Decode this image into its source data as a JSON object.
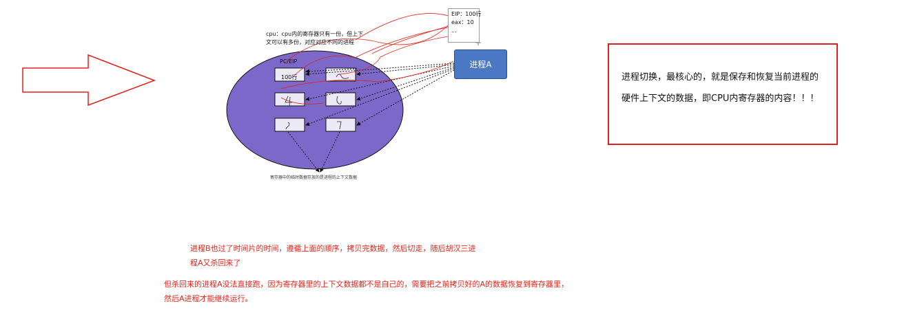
{
  "cpu_note": {
    "line1": "cpu：cpu内的寄存器只有一份，但上下",
    "line2": "文可以有多份，对应对应不同的进程"
  },
  "popup": {
    "line1": "EIP：100行",
    "line2": "eax：10",
    "line3": "..."
  },
  "process_a_label": "进程A",
  "registers": {
    "pc_label": "PC/EIP",
    "pc_value": "100行"
  },
  "caption": "寄存器中的临时数据存放的是进程的上下文数据",
  "summary_box": {
    "line1": "进程切换，最核心的，就是保存和恢复当前进程的",
    "line2": "硬件上下文的数据，即CPU内寄存器的内容！！！"
  },
  "notes": {
    "para1_line1": "进程B也过了时间片的时间，遵循上面的顺序，拷贝完数据，然后切走，随后胡汉三进",
    "para1_line2": "程A又杀回来了",
    "para2_line1": "但杀回来的进程A没法直接跑，因为寄存器里的上下文数据都不是自己的，需要把之前拷贝好的A的数据恢复到寄存器里，",
    "para2_line2": "然后A进程才能继续运行。"
  },
  "colors": {
    "ellipse_fill": "#7b68c8",
    "process_box": "#4a78c4",
    "annotation_red": "#e0251b",
    "arrow_red": "#e02020"
  }
}
